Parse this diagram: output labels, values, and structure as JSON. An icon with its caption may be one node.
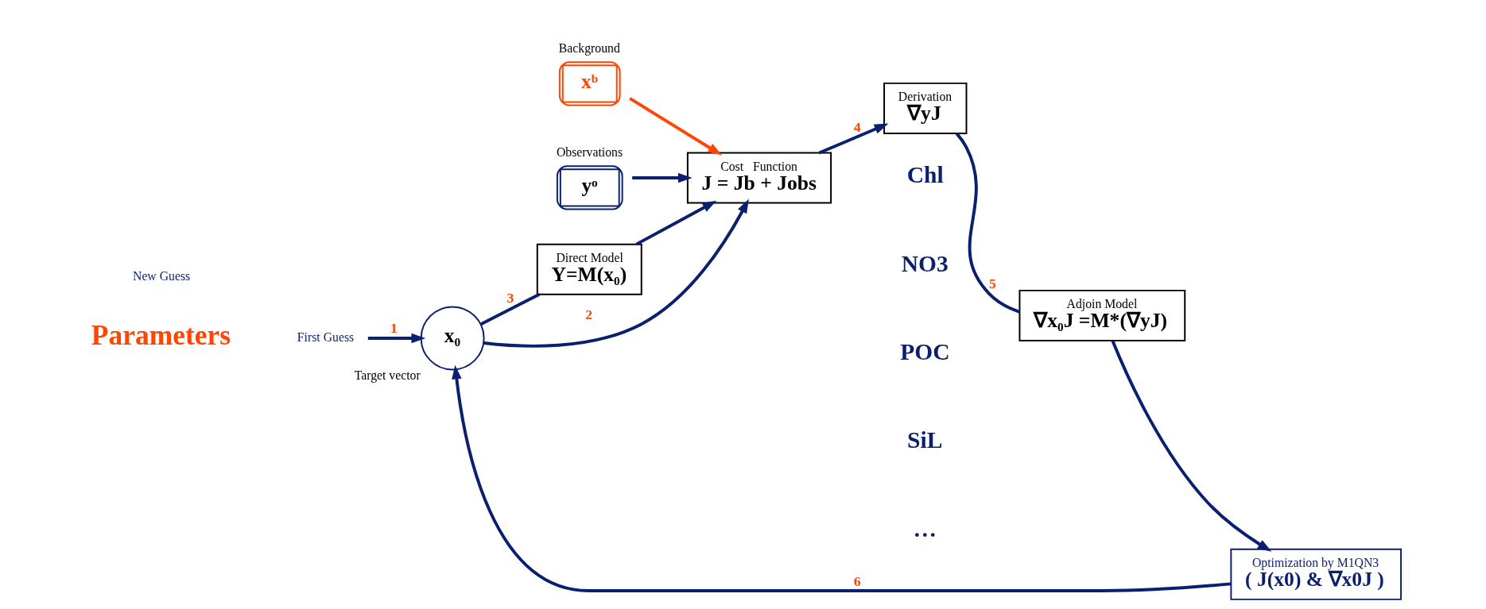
{
  "diagram": {
    "nodes": [
      {
        "text": [
          "First Guess"
        ]
      },
      {
        "text": [
          "x₀"
        ],
        "beside": [
          "Target vector"
        ]
      },
      {
        "text": [
          "Direct Model",
          "Y=M(x₀)"
        ]
      },
      {
        "text": [
          "Background",
          "xᵇ"
        ]
      },
      {
        "text": [
          "Observations",
          "yᵒ"
        ]
      },
      {
        "text": [
          "Cost   Function",
          "J = Jb + Jobs"
        ]
      },
      {
        "text": [
          "Derivation",
          "∇yJ"
        ]
      },
      {
        "text": [
          "Adjoin Model",
          "∇x₀J =M*(∇yJ)"
        ]
      },
      {
        "text": [
          "Optimization by M1QN3",
          "( J(x0) & ∇x0J )"
        ]
      }
    ],
    "edges": [
      {
        "from": 0,
        "to": 1,
        "arrow": "to",
        "label": "1"
      },
      {
        "from": 1,
        "to": 5,
        "arrow": "to",
        "label": "2"
      },
      {
        "from": 1,
        "to": 2,
        "arrow": "none",
        "label": "3"
      },
      {
        "from": 2,
        "to": 5,
        "arrow": "to"
      },
      {
        "from": 3,
        "to": 5,
        "arrow": "to",
        "color": "#ff4500"
      },
      {
        "from": 4,
        "to": 5,
        "arrow": "to"
      },
      {
        "from": 5,
        "to": 6,
        "arrow": "to",
        "label": "4"
      },
      {
        "from": 6,
        "to": 7,
        "arrow": "none",
        "label": "5"
      },
      {
        "from": 7,
        "to": 8,
        "arrow": "to"
      },
      {
        "from": 8,
        "to": 1,
        "arrow": "to",
        "label": "6"
      }
    ],
    "labels": [
      "Parameters",
      "New Guess",
      "Chl",
      "NO3",
      "POC",
      "SiL",
      "…"
    ]
  }
}
